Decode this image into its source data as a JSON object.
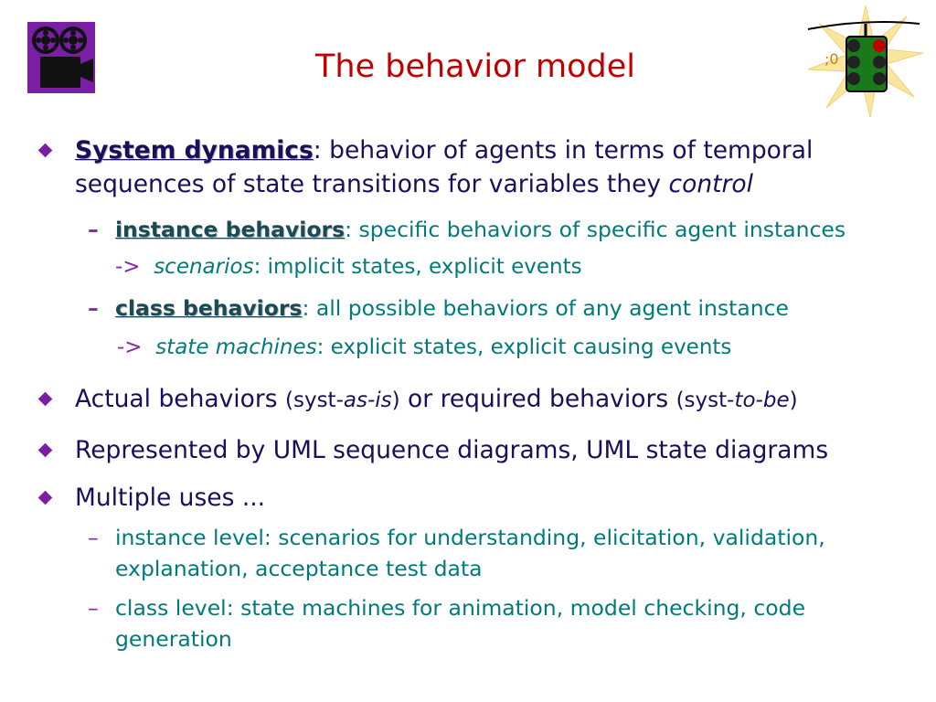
{
  "slide": {
    "title": "The behavior model",
    "b1": {
      "term": "System dynamics",
      "text": ": behavior of agents in terms of temporal",
      "line2a": "sequences of state transitions for variables they ",
      "line2_italic": "control"
    },
    "b1_sub1": {
      "dash": "–",
      "term": "instance behaviors",
      "text": ": specific behaviors of specific agent instances"
    },
    "b1_sub1_detail": {
      "arrow": "->",
      "italic": "scenarios",
      "text": ":  implicit states, explicit events"
    },
    "b1_sub2": {
      "dash": "–",
      "term": "class behaviors",
      "text": ": all possible behaviors of any agent instance"
    },
    "b1_sub2_detail": {
      "arrow": "->",
      "italic": "state machines",
      "text": ":  explicit states, explicit causing events"
    },
    "b2": {
      "t1": "Actual behaviors ",
      "p1": "(syst-",
      "i1": "as-is",
      "p2": ")",
      "t2": " or required behaviors ",
      "p3": "(syst-",
      "i2": "to-be",
      "p4": ")"
    },
    "b3": {
      "text": "Represented by UML sequence diagrams, UML state diagrams"
    },
    "b4": {
      "text": "Multiple uses ..."
    },
    "b4_sub1": {
      "dash": "–",
      "line1": "instance level:  scenarios for understanding, elicitation, validation,",
      "line2": "explanation, acceptance test data"
    },
    "b4_sub2": {
      "dash": "–",
      "line1": "class level:  state machines for animation, model checking, code",
      "line2": "generation"
    }
  },
  "icons": [
    "film-camera-icon",
    "traffic-light-icon"
  ],
  "colors": {
    "title": "#c00000",
    "level1_text": "#1a0f5a",
    "level2_text": "#007a7a",
    "bullet": "#7a1fa5",
    "dash": "#8a2aa0"
  }
}
